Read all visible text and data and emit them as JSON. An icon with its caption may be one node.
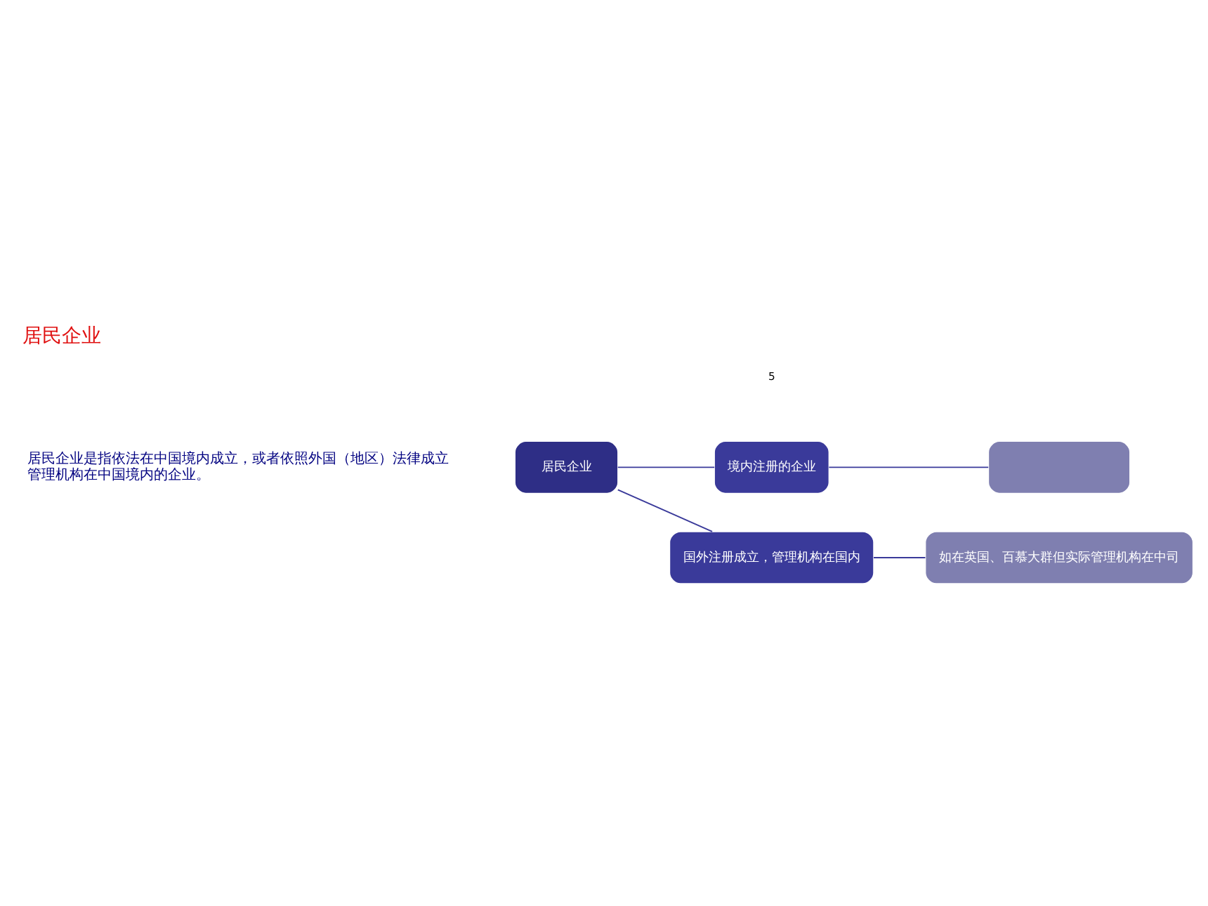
{
  "diagram": {
    "title": "居民企业",
    "nodes": [
      {
        "text": [
          "居民企业"
        ]
      },
      {
        "text": [
          "境内注册的企业"
        ]
      },
      {
        "text": [
          "国外注册成立，管理机构在国内"
        ]
      },
      {
        "text": [],
        "shape": "box"
      },
      {
        "text": [
          "如在英国、百慕大群但实际管理机构在中司"
        ]
      }
    ],
    "edges": [
      {
        "from": 0,
        "to": 1,
        "arrow": "none"
      },
      {
        "from": 0,
        "to": 2,
        "arrow": "none"
      },
      {
        "from": 1,
        "to": 3,
        "arrow": "none"
      },
      {
        "from": 2,
        "to": 4,
        "arrow": "none"
      }
    ],
    "labels": [
      "居民企业是指依法在中国境内成立，或者依照外国（地区）法律成立",
      "管理机构在中国境内的企业。",
      "5"
    ]
  }
}
